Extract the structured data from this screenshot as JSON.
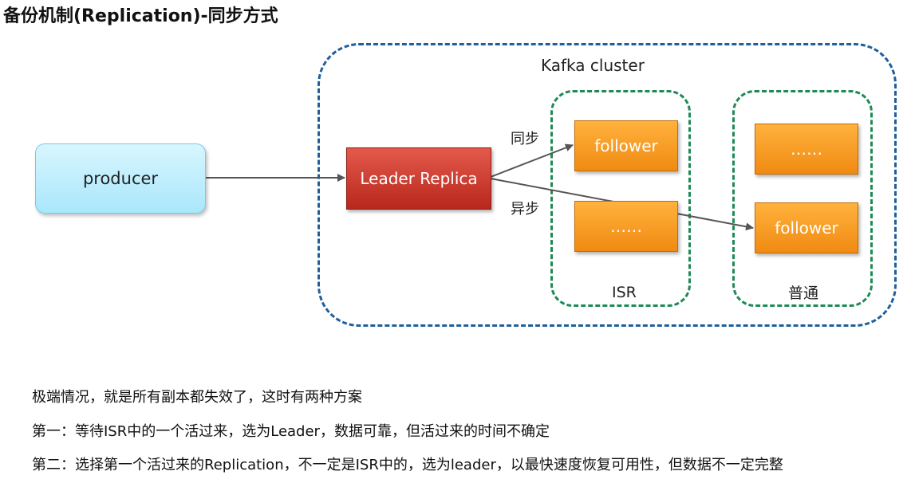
{
  "title": "备份机制(Replication)-同步方式",
  "cluster": {
    "label": "Kafka cluster",
    "isr_label": "ISR",
    "normal_label": "普通"
  },
  "nodes": {
    "producer": "producer",
    "leader": "Leader Replica",
    "isr_follower": "follower",
    "isr_more": "……",
    "normal_more": "……",
    "normal_follower": "follower"
  },
  "edges": {
    "sync_label": "同步",
    "async_label": "异步"
  },
  "colors": {
    "cluster_border": "#1f5f9c",
    "group_border": "#1e8a55",
    "producer_fill": "#a9e7fb",
    "leader_fill": "#c9372b",
    "follower_fill": "#f59a1f"
  },
  "notes": [
    "极端情况，就是所有副本都失效了，这时有两种方案",
    "第一：等待ISR中的一个活过来，选为Leader，数据可靠，但活过来的时间不确定",
    "第二：选择第一个活过来的Replication，不一定是ISR中的，选为leader，以最快速度恢复可用性，但数据不一定完整"
  ]
}
